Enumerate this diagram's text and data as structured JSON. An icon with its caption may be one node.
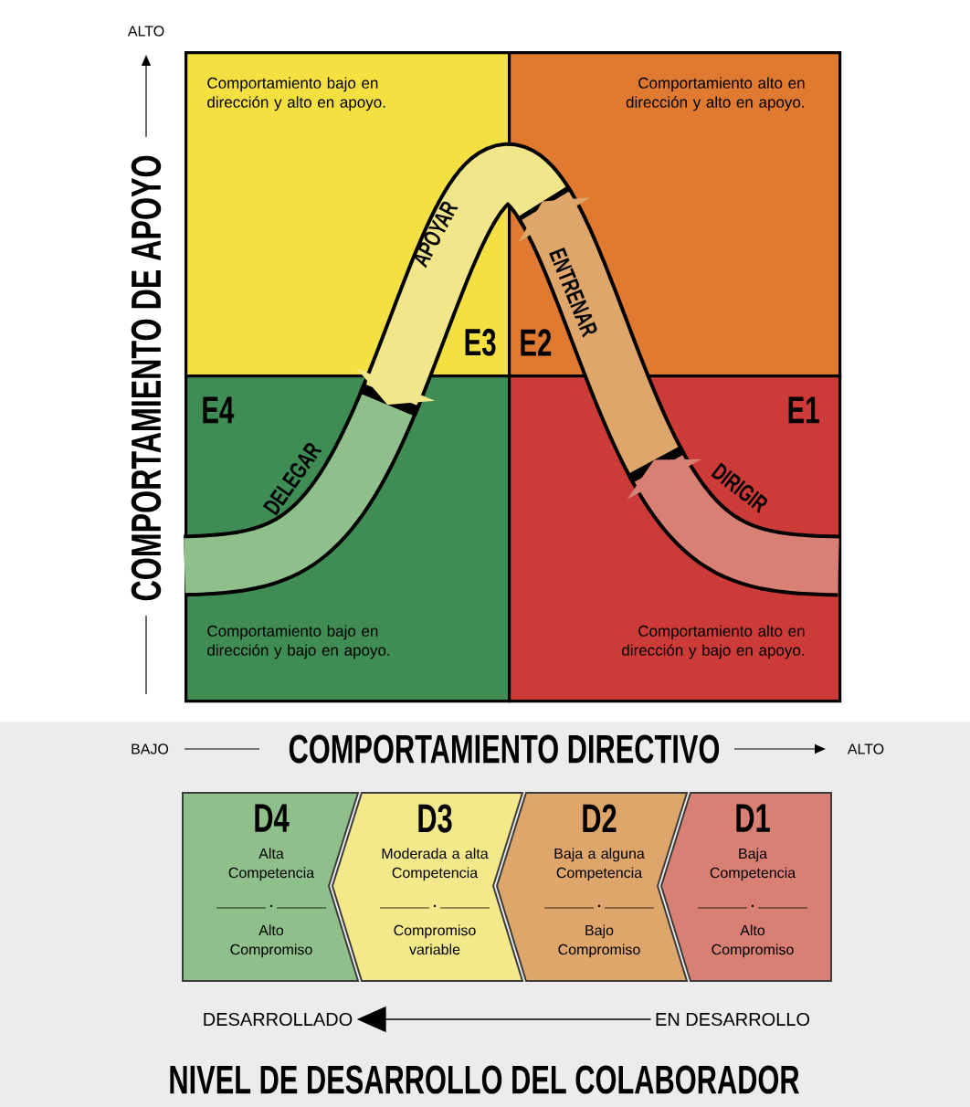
{
  "diagram": {
    "nodes": [
      {
        "text": [
          "Comportamiento bajo en dirección y alto en apoyo.",
          "E3"
        ]
      },
      {
        "text": [
          "Comportamiento alto en dirección y alto en apoyo.",
          "E2"
        ]
      },
      {
        "text": [
          "E4",
          "Comportamiento bajo en dirección y bajo en apoyo."
        ]
      },
      {
        "text": [
          "E1",
          "Comportamiento alto en dirección y bajo en apoyo."
        ]
      },
      {
        "text": [
          "D4",
          "Alta Competencia",
          "Alto Compromiso"
        ]
      },
      {
        "text": [
          "D3",
          "Moderada a alta Competencia",
          "Compromiso variable"
        ]
      },
      {
        "text": [
          "D2",
          "Baja a alguna Competencia",
          "Bajo Compromiso"
        ]
      },
      {
        "text": [
          "D1",
          "Baja Competencia",
          "Alto Compromiso"
        ]
      },
      {
        "text": [
          "DESARROLLADO"
        ]
      },
      {
        "text": [
          "EN DESARROLLO"
        ]
      }
    ],
    "edges": [
      {
        "from": 9,
        "to": 8,
        "arrow": "to"
      }
    ],
    "labels": [
      "ALTO",
      "COMPORTAMIENTO DE APOYO",
      "APOYAR",
      "ENTRENAR",
      "DELEGAR",
      "DIRIGIR",
      "BAJO",
      "COMPORTAMIENTO DIRECTIVO",
      "ALTO",
      "NIVEL DE DESARROLLO DEL COLABORADOR"
    ]
  }
}
